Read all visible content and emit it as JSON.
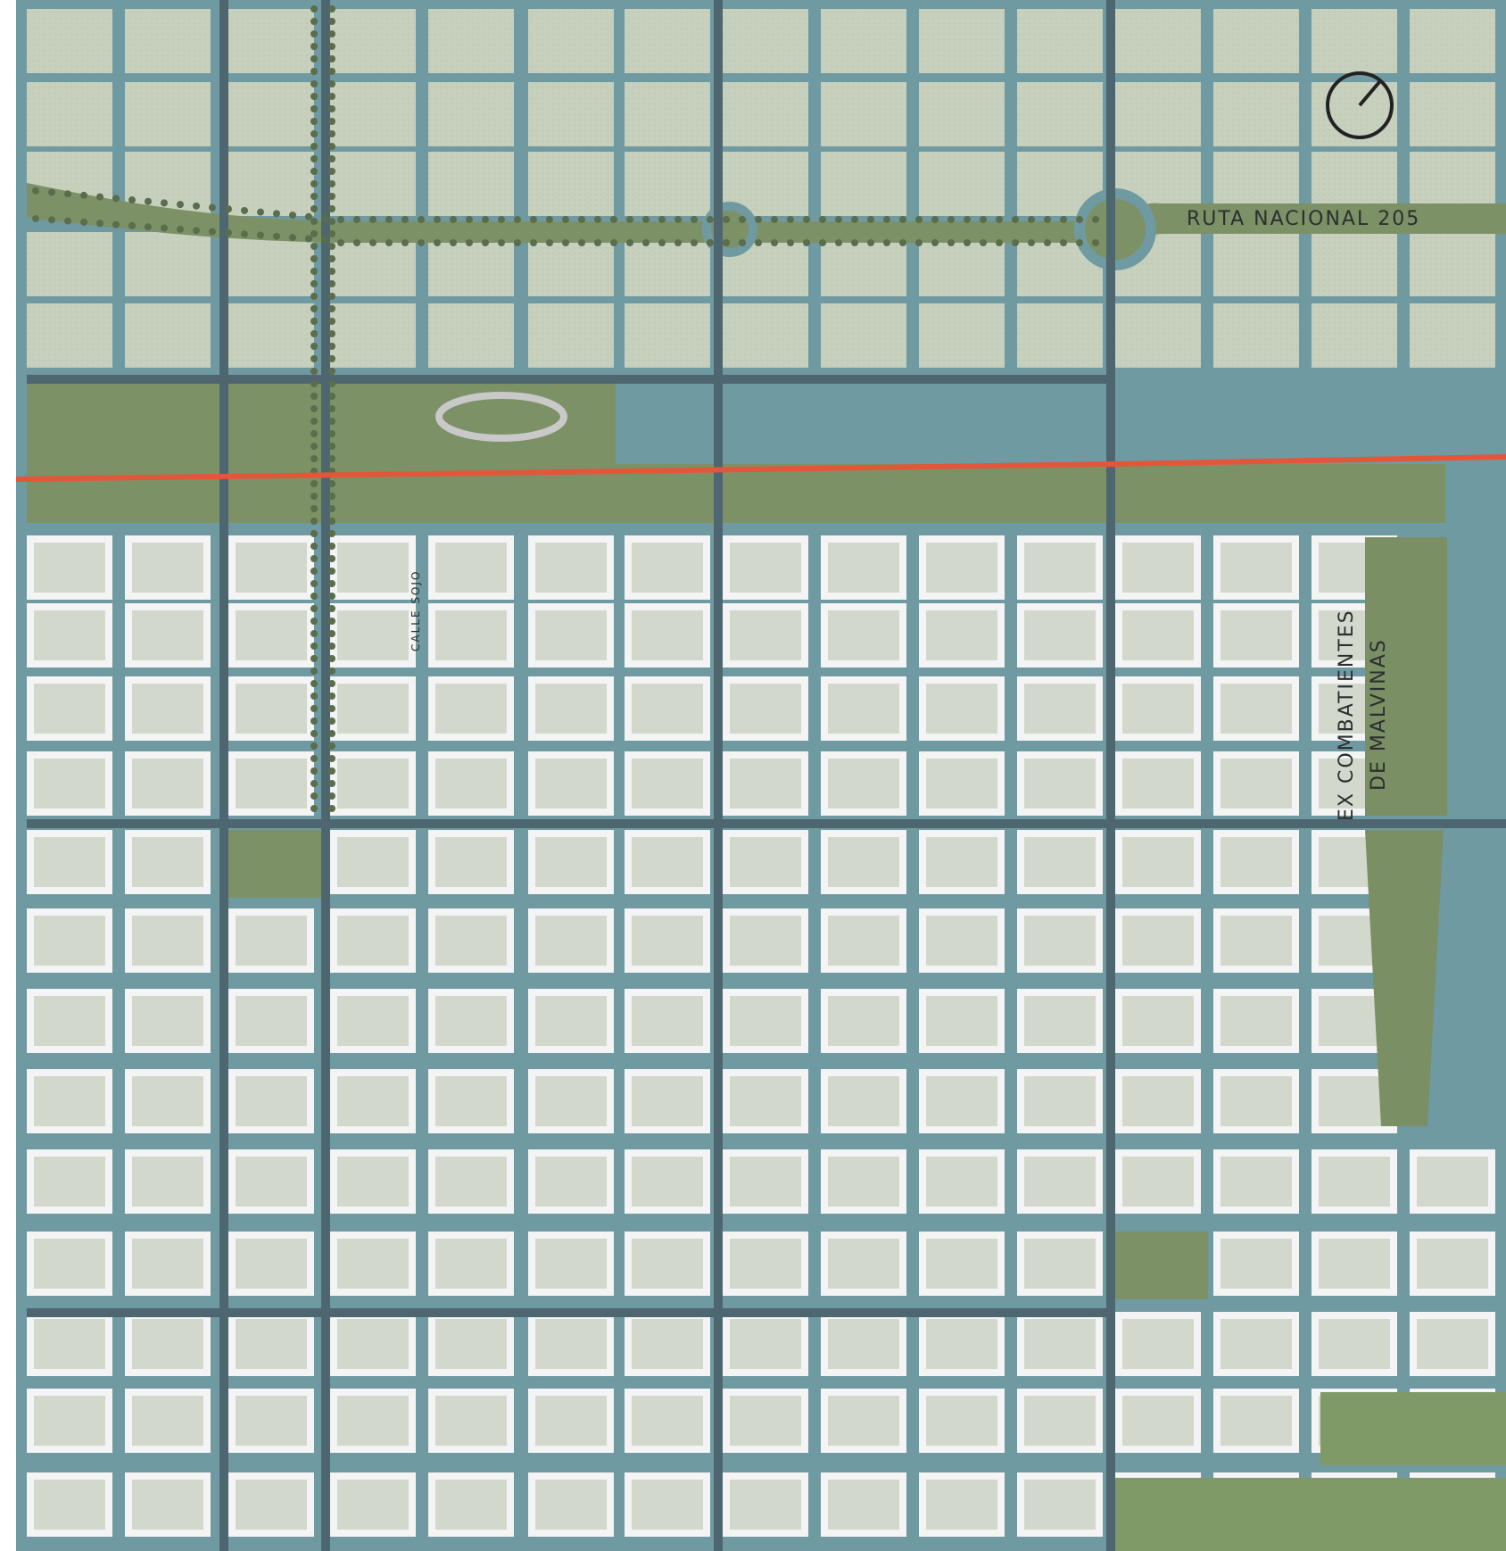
{
  "labels": {
    "ruta": "RUTA NACIONAL 205",
    "calle": "CALLE SOJO",
    "malvinas_line1": "EX COMBATIENTES",
    "malvinas_line2": "DE MALVINAS"
  },
  "icons": {
    "north": "compass-icon"
  },
  "colors": {
    "street": "#6f9aa2",
    "avenue": "#4e6670",
    "block": "#c6d0bd",
    "park": "#7a8f63",
    "rail": "#e2573a",
    "building": "#f3f3f3"
  }
}
